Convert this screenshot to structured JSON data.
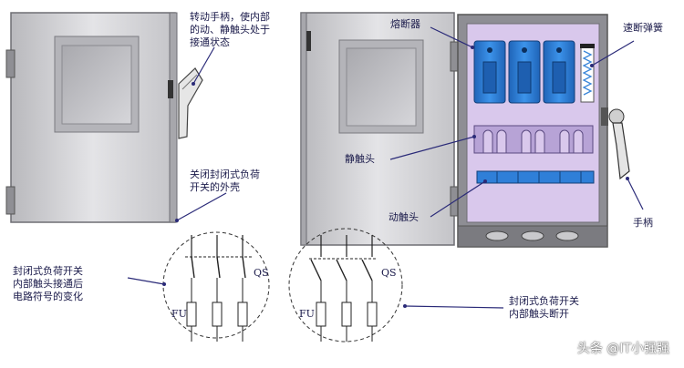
{
  "labels": {
    "rotate_handle": "转动手柄，使内部\n的动、静触头处于\n接通状态",
    "closed_shell": "关闭封闭式负荷\n开关的外壳",
    "symbol_change": "封闭式负荷开关\n内部触头接通后\n电路符号的变化",
    "fuse": "熔断器",
    "quick_spring": "速断弹簧",
    "static_contact": "静触头",
    "moving_contact": "动触头",
    "handle": "手柄",
    "contacts_open": "封闭式负荷开关\n内部触头断开",
    "qs_left": "QS",
    "qs_right": "QS",
    "fu_left": "FU",
    "fu_right": "FU"
  },
  "watermark": "头条 @IT小强强",
  "colors": {
    "door_gray": "#cfcfd3",
    "panel_gray": "#9a9aa0",
    "fuse_blue": "#2f7fd8",
    "interior_lavender": "#d9c8ec",
    "contact_purple": "#b7a3d6",
    "annotation": "#2a2a78"
  }
}
